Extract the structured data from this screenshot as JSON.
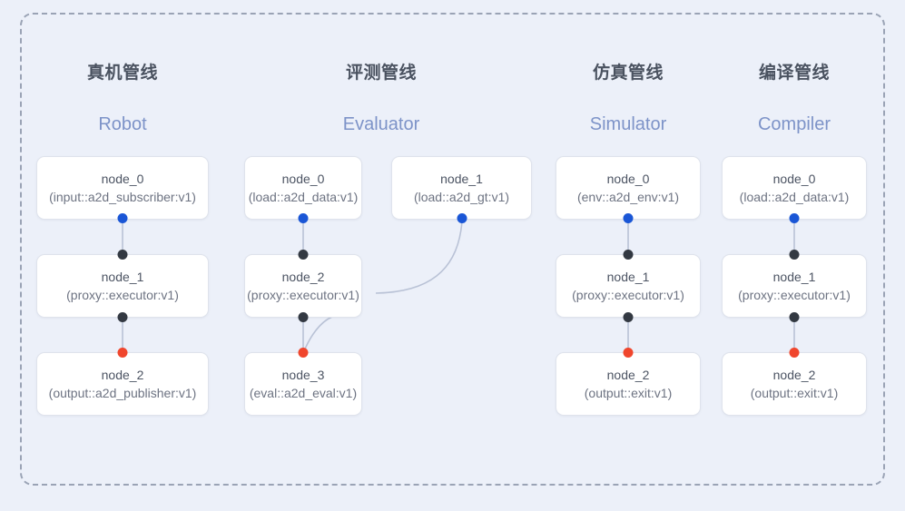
{
  "frame": {
    "style": "dashed-rounded-container",
    "background_color": "#ecf0f9",
    "border_color": "#9aa3b5"
  },
  "colors": {
    "accent_title": "#7d93c8",
    "title_cn": "#4a5260",
    "node_bg": "#ffffff",
    "node_border": "#dfe3ec",
    "port_input": "#1a56d6",
    "port_middle": "#333942",
    "port_output": "#f0462d",
    "edge": "#b9c2d6"
  },
  "columns": [
    {
      "title_cn": "真机管线",
      "title_en": "Robot",
      "nodes": [
        {
          "name": "node_0",
          "type": "(input::a2d_subscriber:v1)",
          "row": 1,
          "ports": {
            "bottom": "port_input"
          }
        },
        {
          "name": "node_1",
          "type": "(proxy::executor:v1)",
          "row": 2,
          "ports": {
            "top": "port_middle",
            "bottom": "port_middle"
          }
        },
        {
          "name": "node_2",
          "type": "(output::a2d_publisher:v1)",
          "row": 3,
          "ports": {
            "top": "port_output"
          }
        }
      ]
    },
    {
      "title_cn": "评测管线",
      "title_en": "Evaluator",
      "nodes": [
        {
          "name": "node_0",
          "type": "(load::a2d_data:v1)",
          "row": 1,
          "ports": {
            "bottom": "port_input"
          }
        },
        {
          "name": "node_1",
          "type": "(load::a2d_gt:v1)",
          "row": 1,
          "ports": {
            "bottom": "port_input"
          }
        },
        {
          "name": "node_2",
          "type": "(proxy::executor:v1)",
          "row": 2,
          "ports": {
            "top": "port_middle",
            "bottom": "port_middle"
          }
        },
        {
          "name": "node_3",
          "type": "(eval::a2d_eval:v1)",
          "row": 3,
          "ports": {
            "top": "port_output"
          }
        }
      ]
    },
    {
      "title_cn": "仿真管线",
      "title_en": "Simulator",
      "nodes": [
        {
          "name": "node_0",
          "type": "(env::a2d_env:v1)",
          "row": 1,
          "ports": {
            "bottom": "port_input"
          }
        },
        {
          "name": "node_1",
          "type": "(proxy::executor:v1)",
          "row": 2,
          "ports": {
            "top": "port_middle",
            "bottom": "port_middle"
          }
        },
        {
          "name": "node_2",
          "type": "(output::exit:v1)",
          "row": 3,
          "ports": {
            "top": "port_output"
          }
        }
      ]
    },
    {
      "title_cn": "编译管线",
      "title_en": "Compiler",
      "nodes": [
        {
          "name": "node_0",
          "type": "(load::a2d_data:v1)",
          "row": 1,
          "ports": {
            "bottom": "port_input"
          }
        },
        {
          "name": "node_1",
          "type": "(proxy::executor:v1)",
          "row": 2,
          "ports": {
            "top": "port_middle",
            "bottom": "port_middle"
          }
        },
        {
          "name": "node_2",
          "type": "(output::exit:v1)",
          "row": 3,
          "ports": {
            "top": "port_output"
          }
        }
      ]
    }
  ]
}
